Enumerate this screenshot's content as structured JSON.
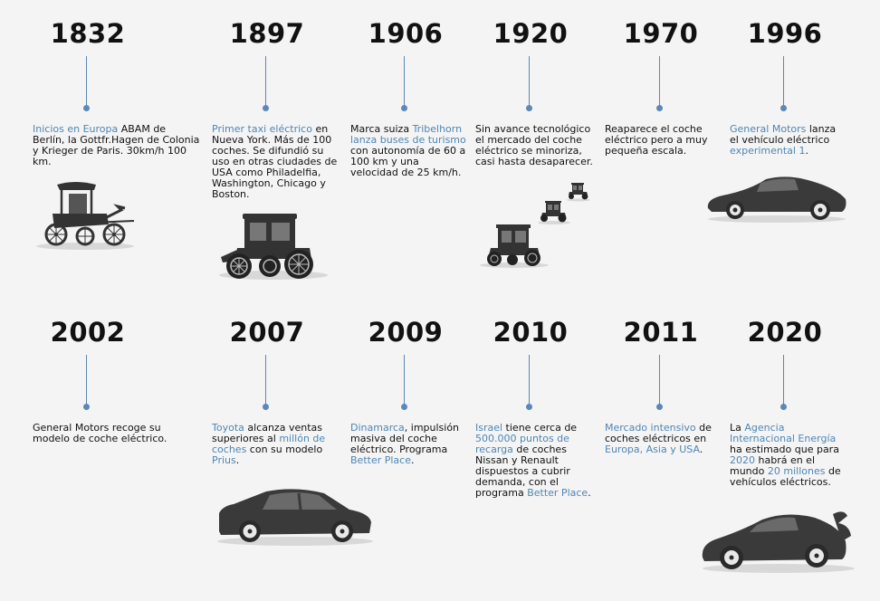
{
  "years_top": [
    "1832",
    "1897",
    "1906",
    "1920",
    "1970",
    "1996"
  ],
  "years_bottom": [
    "2002",
    "2007",
    "2009",
    "2010",
    "2011",
    "2020"
  ],
  "colors": {
    "accent": "#4f86b5",
    "line": "#5b88b8",
    "text": "#111111",
    "car": "#3a3a3a",
    "background": "#f4f4f4"
  },
  "icons": [
    "horse-carriage-icon",
    "antique-car-icon",
    "antique-cars-perspective-icon",
    "sports-car-icon",
    "hatchback-car-icon",
    "racing-car-icon"
  ],
  "events": {
    "e1832": [
      {
        "t": "Inicios en Europa",
        "hl": true
      },
      {
        "t": " ABAM de Berlín, la Gottfr.Hagen de Colonia y Krieger de Paris. 30km/h 100 km.",
        "hl": false
      }
    ],
    "e1897": [
      {
        "t": "Primer taxi eléctrico",
        "hl": true
      },
      {
        "t": " en Nueva York. Más de 100 coches. Se difundió su uso en otras ciudades de USA como Philadelfia, Washington, Chicago y Boston.",
        "hl": false
      }
    ],
    "e1906": [
      {
        "t": "Marca suiza ",
        "hl": false
      },
      {
        "t": "Tribelhorn lanza buses de turismo",
        "hl": true
      },
      {
        "t": " con autonomía de 60 a 100 km y una velocidad de 25 km/h.",
        "hl": false
      }
    ],
    "e1920": [
      {
        "t": "Sin avance tecnológico el mercado del coche eléctrico se minoriza, casi hasta desaparecer.",
        "hl": false
      }
    ],
    "e1970": [
      {
        "t": "Reaparece el coche eléctrico pero a muy pequeña escala.",
        "hl": false
      }
    ],
    "e1996": [
      {
        "t": "General Motors",
        "hl": true
      },
      {
        "t": " lanza el vehículo eléctrico ",
        "hl": false
      },
      {
        "t": "experimental 1",
        "hl": true
      },
      {
        "t": ".",
        "hl": false
      }
    ],
    "e2002": [
      {
        "t": "General Motors recoge su modelo de coche eléctrico.",
        "hl": false
      }
    ],
    "e2007": [
      {
        "t": "Toyota",
        "hl": true
      },
      {
        "t": " alcanza ventas superiores al ",
        "hl": false
      },
      {
        "t": "millón de coches",
        "hl": true
      },
      {
        "t": " con su modelo ",
        "hl": false
      },
      {
        "t": "Prius",
        "hl": true
      },
      {
        "t": ".",
        "hl": false
      }
    ],
    "e2009": [
      {
        "t": "Dinamarca",
        "hl": true
      },
      {
        "t": ", impulsión masiva del coche eléctrico. Programa ",
        "hl": false
      },
      {
        "t": "Better Place",
        "hl": true
      },
      {
        "t": ".",
        "hl": false
      }
    ],
    "e2010": [
      {
        "t": "Israel",
        "hl": true
      },
      {
        "t": " tiene cerca de ",
        "hl": false
      },
      {
        "t": "500.000 puntos de recarga",
        "hl": true
      },
      {
        "t": " de coches Nissan y Renault dispuestos a cubrir demanda, con el programa ",
        "hl": false
      },
      {
        "t": "Better Place",
        "hl": true
      },
      {
        "t": ".",
        "hl": false
      }
    ],
    "e2011": [
      {
        "t": "Mercado intensivo",
        "hl": true
      },
      {
        "t": " de coches eléctricos en ",
        "hl": false
      },
      {
        "t": "Europa, Asia y USA",
        "hl": true
      },
      {
        "t": ".",
        "hl": false
      }
    ],
    "e2020": [
      {
        "t": "La ",
        "hl": false
      },
      {
        "t": "Agencia Internacional Energía",
        "hl": true
      },
      {
        "t": " ha estimado que para ",
        "hl": false
      },
      {
        "t": "2020",
        "hl": true
      },
      {
        "t": " habrá en el mundo ",
        "hl": false
      },
      {
        "t": "20 millones",
        "hl": true
      },
      {
        "t": " de vehículos eléctricos.",
        "hl": false
      }
    ]
  }
}
